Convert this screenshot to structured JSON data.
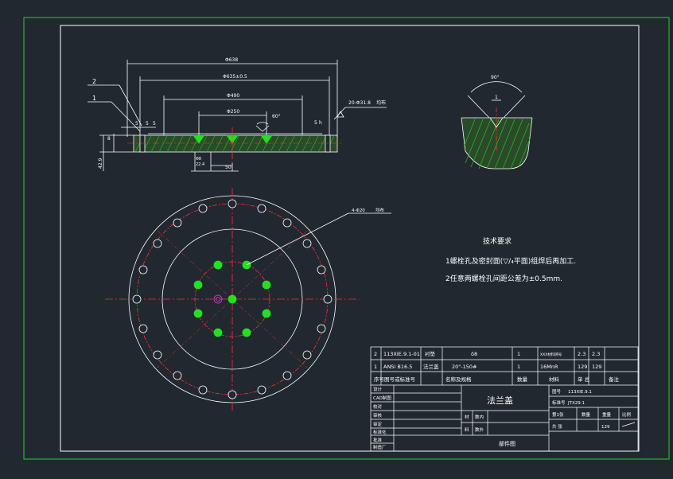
{
  "colors": {
    "background": "#212830",
    "frame_outer": "#26d126",
    "frame_inner": "#ffffff",
    "line": "#ffffff",
    "centerline": "#ff3030",
    "hatch": "#22c422",
    "dimension": "#ffffff",
    "bolt_fill": "#23e023",
    "magenta": "#e040e0"
  },
  "section_view": {
    "dim_overall": "Φ638",
    "dim_bolt_circle": "Φ635±0.5",
    "dim_inner": "Φ490",
    "dim_small": "Φ250",
    "angle": "60°",
    "bolt_note": "20-Φ31.8",
    "bolt_note_suffix": "均布",
    "left_dims": [
      "5",
      "5",
      "5"
    ],
    "left_vertical": "8",
    "left_thickness": "42.9",
    "right_dim": "5",
    "right_dim2": "h",
    "bottom_dim_1": "Φ8",
    "bottom_dim_2": "22.4",
    "bottom_dim_3": "50",
    "balloon_2": "2",
    "balloon_1": "1"
  },
  "detail_view": {
    "angle": "90°",
    "dim_small": "1"
  },
  "plan_view": {
    "note": "4-Φ20",
    "note_suffix": "均布"
  },
  "tech_requirements": {
    "title": "技术要求",
    "line1": "1螺栓孔及密封面(▽/₄平面)组焊后再加工.",
    "line2": "2任意两螺栓孔间距公差为±0.5mm."
  },
  "bom_rows": [
    {
      "seq": "2",
      "code": "113XIE.9.1-01",
      "name": "衬垫",
      "spec": "δ8",
      "qty": "1",
      "material": "XXX材料牌号",
      "unit_w": "2.3",
      "total_w": "2.3",
      "remark": ""
    },
    {
      "seq": "1",
      "code": "ANSI B16.5",
      "name": "法兰盖",
      "spec": "20\"-150#",
      "qty": "1",
      "material": "16MnR",
      "unit_w": "129",
      "total_w": "129",
      "remark": ""
    }
  ],
  "bom_header": {
    "seq": "序号",
    "code": "图号或标准号",
    "name": "名称及规格",
    "qty": "数量",
    "material": "材料",
    "weight": "单 总",
    "remark": "备注"
  },
  "title_block": {
    "rows_left": [
      "设计",
      "CAD制图",
      "校对",
      "审核",
      "审定",
      "标准化",
      "批准",
      "制造厂"
    ],
    "part_name": "法兰盖",
    "drawing_no_label": "图号",
    "drawing_no": "113XIE.9.1",
    "product_no_label": "标准号",
    "product_no": "JTX29.1",
    "mid_labels_1": "材",
    "mid_labels_2": "料",
    "mid_labels_3": "数内",
    "mid_labels_4": "数外",
    "scale_label": "第1张",
    "quantity_label": "数量",
    "weight_label": "重量",
    "ratio_label": "比例",
    "sheet_label": "共 张",
    "weight_value": "129",
    "footer": "部件图"
  }
}
